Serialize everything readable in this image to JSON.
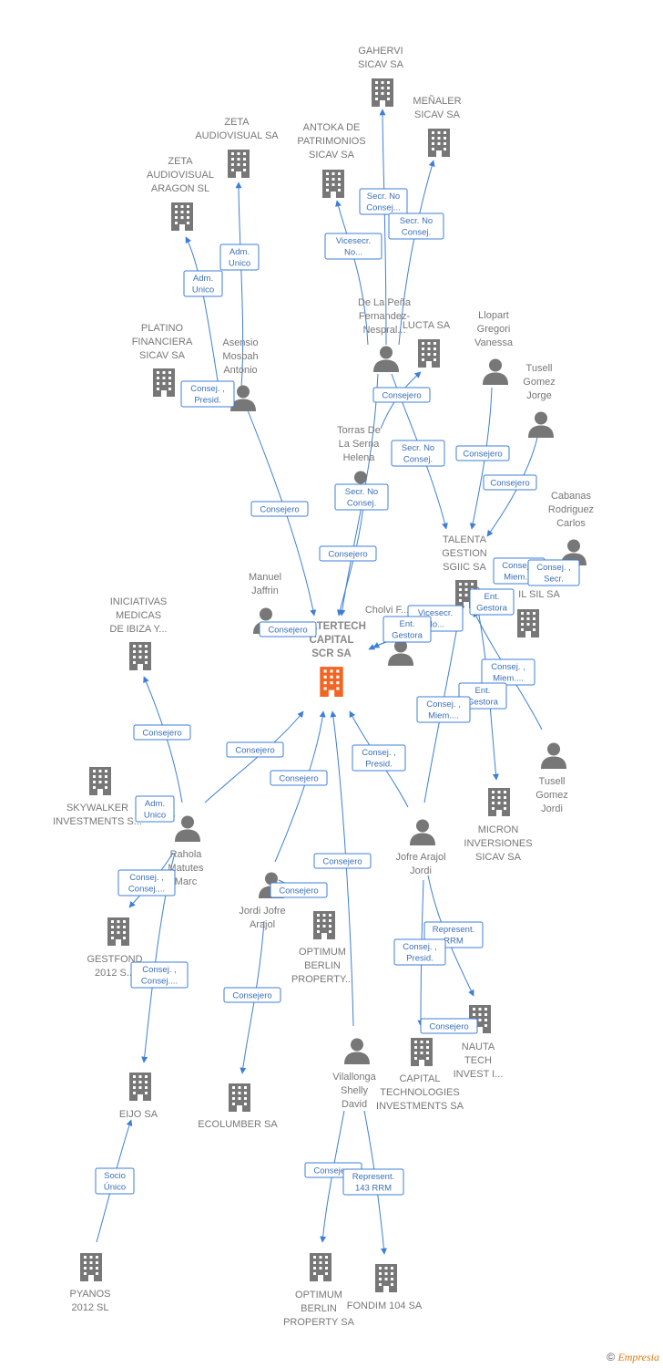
{
  "center": "ALLTERTECH CAPITAL SCR SA",
  "nodes": [
    {
      "id": "center",
      "type": "company",
      "center": true,
      "lines": [
        "ALLTERTECH",
        "CAPITAL",
        "SCR SA"
      ]
    },
    {
      "id": "gahervi",
      "type": "company",
      "lines": [
        "GAHERVI",
        "SICAV SA"
      ]
    },
    {
      "id": "menaler",
      "type": "company",
      "lines": [
        "MEÑALER",
        "SICAV SA"
      ]
    },
    {
      "id": "antoka",
      "type": "company",
      "lines": [
        "ANTOKA DE",
        "PATRIMONIOS",
        "SICAV SA"
      ]
    },
    {
      "id": "zeta_av",
      "type": "company",
      "lines": [
        "ZETA",
        "AUDIOVISUAL SA"
      ]
    },
    {
      "id": "zeta_ar",
      "type": "company",
      "lines": [
        "ZETA",
        "AUDIOVISUAL",
        "ARAGON SL"
      ]
    },
    {
      "id": "platino",
      "type": "company",
      "lines": [
        "PLATINO",
        "FINANCIERA",
        "SICAV SA"
      ]
    },
    {
      "id": "lucta",
      "type": "company",
      "lines": [
        "LUCTA SA"
      ]
    },
    {
      "id": "talenta",
      "type": "company",
      "lines": [
        "TALENTA",
        "GESTION",
        "SGIIC SA"
      ]
    },
    {
      "id": "sil",
      "type": "company",
      "lines": [
        "IL SIL SA"
      ]
    },
    {
      "id": "iniciativas",
      "type": "company",
      "lines": [
        "INICIATIVAS",
        "MEDICAS",
        "DE IBIZA Y..."
      ]
    },
    {
      "id": "skywalker",
      "type": "company",
      "lines": [
        "SKYWALKER",
        "INVESTMENTS S..."
      ]
    },
    {
      "id": "gestfond",
      "type": "company",
      "lines": [
        "GESTFOND",
        "2012 S..."
      ]
    },
    {
      "id": "eijo",
      "type": "company",
      "lines": [
        "EIJO SA"
      ]
    },
    {
      "id": "pyanos",
      "type": "company",
      "lines": [
        "PYANOS",
        "2012 SL"
      ]
    },
    {
      "id": "ecolumber",
      "type": "company",
      "lines": [
        "ECOLUMBER SA"
      ]
    },
    {
      "id": "optimum1",
      "type": "company",
      "lines": [
        "OPTIMUM",
        "BERLIN",
        "PROPERTY..."
      ]
    },
    {
      "id": "optimum2",
      "type": "company",
      "lines": [
        "OPTIMUM",
        "BERLIN",
        "PROPERTY SA"
      ]
    },
    {
      "id": "fondim",
      "type": "company",
      "lines": [
        "FONDIM 104 SA"
      ]
    },
    {
      "id": "capital_tech",
      "type": "company",
      "lines": [
        "CAPITAL",
        "TECHNOLOGIES",
        "INVESTMENTS SA"
      ]
    },
    {
      "id": "nauta",
      "type": "company",
      "lines": [
        "NAUTA",
        "TECH",
        "INVEST I..."
      ]
    },
    {
      "id": "micron",
      "type": "company",
      "lines": [
        "MICRON",
        "INVERSIONES",
        "SICAV SA"
      ]
    },
    {
      "id": "delapena",
      "type": "person",
      "lines": [
        "De La Peña",
        "Fernandez-",
        "Nespral..."
      ]
    },
    {
      "id": "asensio",
      "type": "person",
      "lines": [
        "Asensio",
        "Mosbah",
        "Antonio"
      ]
    },
    {
      "id": "llopart",
      "type": "person",
      "lines": [
        "Llopart",
        "Gregori",
        "Vanessa"
      ]
    },
    {
      "id": "tusell_jorge",
      "type": "person",
      "lines": [
        "Tusell",
        "Gomez",
        "Jorge"
      ]
    },
    {
      "id": "torras",
      "type": "person",
      "lines": [
        "Torras De",
        "La Serna",
        "Helena"
      ]
    },
    {
      "id": "cabanas",
      "type": "person",
      "lines": [
        "Cabanas",
        "Rodriguez",
        "Carlos"
      ]
    },
    {
      "id": "manuel",
      "type": "person",
      "lines": [
        "Manuel",
        "Jaffrin"
      ]
    },
    {
      "id": "cholvi",
      "type": "person",
      "lines": [
        "Cholvi F..."
      ]
    },
    {
      "id": "tusell_jordi",
      "type": "person",
      "lines": [
        "Tusell",
        "Gomez",
        "Jordi"
      ]
    },
    {
      "id": "rahola",
      "type": "person",
      "lines": [
        "Rahola",
        "Matutes",
        "Marc"
      ]
    },
    {
      "id": "jordi_jofre",
      "type": "person",
      "lines": [
        "Jordi Jofre",
        "Arajol"
      ]
    },
    {
      "id": "jofre_jordi",
      "type": "person",
      "lines": [
        "Jofre Arajol",
        "Jordi"
      ]
    },
    {
      "id": "vilallonga",
      "type": "person",
      "lines": [
        "Vilallonga",
        "Shelly",
        "David"
      ]
    }
  ],
  "edges": [
    {
      "from": "delapena",
      "to": "gahervi",
      "label": [
        "Secr.  No",
        "Consej..."
      ]
    },
    {
      "from": "delapena",
      "to": "menaler",
      "label": [
        "Secr.  No",
        "Consej."
      ]
    },
    {
      "from": "delapena",
      "to": "antoka",
      "label": [
        "Vicesecr.",
        "No..."
      ]
    },
    {
      "from": "asensio",
      "to": "zeta_av",
      "label": [
        "Adm.",
        "Unico"
      ]
    },
    {
      "from": "asensio",
      "to": "zeta_ar",
      "label": [
        "Adm.",
        "Unico"
      ]
    },
    {
      "from": "asensio",
      "to": "center",
      "label": [
        "Consejero"
      ]
    },
    {
      "from": "platino",
      "to": "platino",
      "label": [
        "Consej. ,",
        "Presid."
      ]
    },
    {
      "from": "torras",
      "to": "lucta",
      "label": [
        "Consejero"
      ]
    },
    {
      "from": "delapena",
      "to": "talenta",
      "label": [
        "Secr.  No",
        "Consej."
      ]
    },
    {
      "from": "torras",
      "to": "center",
      "label": [
        "Secr.  No",
        "Consej."
      ]
    },
    {
      "from": "delapena",
      "to": "center",
      "label": [
        "Consejero"
      ]
    },
    {
      "from": "llopart",
      "to": "talenta",
      "label": [
        "Consejero"
      ]
    },
    {
      "from": "tusell_jorge",
      "to": "talenta",
      "label": [
        "Consejero"
      ]
    },
    {
      "from": "cabanas",
      "to": "talenta",
      "label": [
        "Consej. ,",
        "Miem...."
      ]
    },
    {
      "from": "cabanas",
      "to": "talenta",
      "label": [
        "Consej. ,",
        "Secr."
      ]
    },
    {
      "from": "manuel",
      "to": "center",
      "label": [
        "Consejero"
      ]
    },
    {
      "from": "talenta",
      "to": "center",
      "label": [
        "Vicesecr.",
        "No..."
      ]
    },
    {
      "from": "talenta",
      "to": "center",
      "label": [
        "Ent.",
        "Gestora"
      ]
    },
    {
      "from": "talenta",
      "to": "sil",
      "label": [
        "Ent.",
        "Gestora"
      ]
    },
    {
      "from": "tusell_jordi",
      "to": "talenta",
      "label": [
        "Consej. ,",
        "Miem...."
      ]
    },
    {
      "from": "talenta",
      "to": "micron",
      "label": [
        "Ent.",
        "Gestora"
      ]
    },
    {
      "from": "jofre_jordi",
      "to": "talenta",
      "label": [
        "Consej. ,",
        "Miem...."
      ]
    },
    {
      "from": "rahola",
      "to": "iniciativas",
      "label": [
        "Consejero"
      ]
    },
    {
      "from": "rahola",
      "to": "skywalker",
      "label": [
        "Adm.",
        "Unico"
      ]
    },
    {
      "from": "rahola",
      "to": "center",
      "label": [
        "Consejero"
      ]
    },
    {
      "from": "rahola",
      "to": "gestfond",
      "label": [
        "Consej. ,",
        "Consej...."
      ]
    },
    {
      "from": "rahola",
      "to": "eijo",
      "label": [
        "Consej. ,",
        "Consej...."
      ]
    },
    {
      "from": "pyanos",
      "to": "eijo",
      "label": [
        "Socio",
        "Único"
      ]
    },
    {
      "from": "jordi_jofre",
      "to": "center",
      "label": [
        "Consejero"
      ]
    },
    {
      "from": "jordi_jofre",
      "to": "optimum1",
      "label": [
        "Consejero"
      ]
    },
    {
      "from": "jordi_jofre",
      "to": "ecolumber",
      "label": [
        "Consejero"
      ]
    },
    {
      "from": "vilallonga",
      "to": "center",
      "label": [
        "Consejero"
      ]
    },
    {
      "from": "jofre_jordi",
      "to": "center",
      "label": [
        "Consej. ,",
        "Presid."
      ]
    },
    {
      "from": "jofre_jordi",
      "to": "nauta",
      "label": [
        "Represent.",
        "RRM"
      ]
    },
    {
      "from": "jofre_jordi",
      "to": "capital_tech",
      "label": [
        "Consej. ,",
        "Presid."
      ]
    },
    {
      "from": "capital_tech",
      "to": "nauta",
      "label": [
        "Consejero"
      ]
    },
    {
      "from": "vilallonga",
      "to": "optimum2",
      "label": [
        "Consejero"
      ]
    },
    {
      "from": "vilallonga",
      "to": "fondim",
      "label": [
        "Represent.",
        "143 RRM"
      ]
    }
  ],
  "footer": {
    "copyright": "©",
    "brand": "Empresia"
  },
  "colors": {
    "edge": "#3d7fd6",
    "icon": "#777777",
    "center_icon": "#f26522",
    "label": "#777777"
  }
}
